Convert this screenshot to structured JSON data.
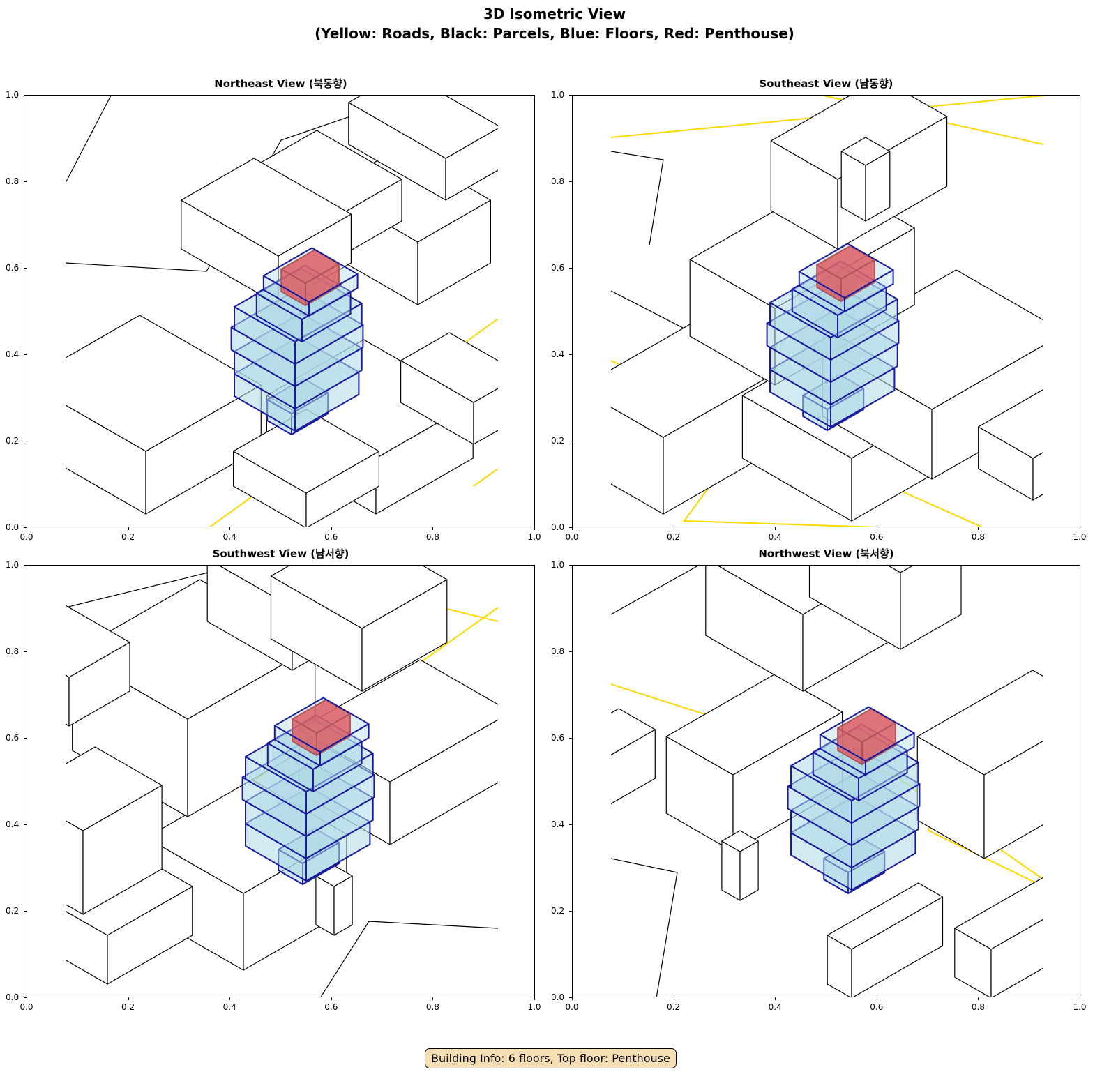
{
  "figure": {
    "title_line1": "3D Isometric View",
    "title_line2": "(Yellow: Roads, Black: Parcels, Blue: Floors, Red: Penthouse)",
    "footer": "Building Info: 6 floors, Top floor: Penthouse"
  },
  "panels": [
    {
      "title": "Northeast View (북동향)"
    },
    {
      "title": "Southeast View (남동향)"
    },
    {
      "title": "Southwest View (남서향)"
    },
    {
      "title": "Northwest View (북서향)"
    }
  ],
  "ticks": [
    "0.0",
    "0.2",
    "0.4",
    "0.6",
    "0.8",
    "1.0"
  ],
  "colors": {
    "road": "#ffd700",
    "parcel": "#000000",
    "floor_fill": "#add8e6",
    "floor_edge": "#1a1aa0",
    "penthouse": "#ff0000"
  }
}
